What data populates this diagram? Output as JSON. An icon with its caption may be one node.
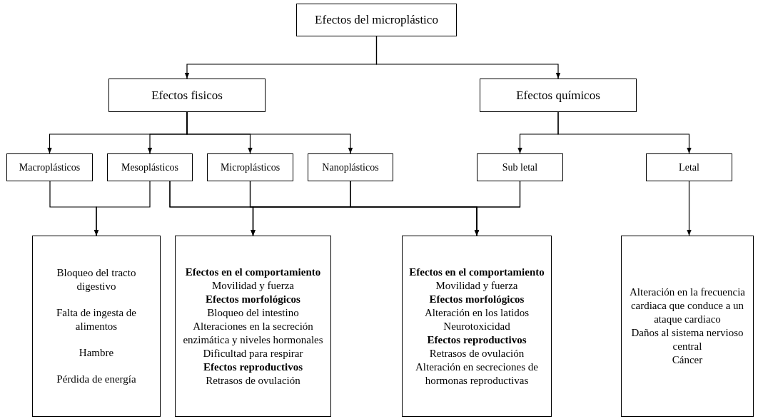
{
  "diagram": {
    "nodes": [
      {
        "text": [
          "Efectos del microplástico"
        ]
      },
      {
        "text": [
          "Efectos fisicos"
        ]
      },
      {
        "text": [
          "Efectos químicos"
        ]
      },
      {
        "text": [
          "Macroplásticos"
        ]
      },
      {
        "text": [
          "Mesoplásticos"
        ]
      },
      {
        "text": [
          "Microplásticos"
        ]
      },
      {
        "text": [
          "Nanoplásticos"
        ]
      },
      {
        "text": [
          "Sub letal"
        ]
      },
      {
        "text": [
          "Letal"
        ]
      },
      {
        "text": [
          "Bloqueo del tracto digestivo",
          "Falta de ingesta de alimentos",
          "Hambre",
          "Pérdida de energía"
        ]
      },
      {
        "text": [
          "**Efectos en el comportamiento**",
          "Movilidad y fuerza",
          "**Efectos morfológicos**",
          "Bloqueo del intestino",
          "Alteraciones en la secreción enzimática y niveles hormonales",
          "Dificultad para respirar",
          "**Efectos reproductivos**",
          "Retrasos de ovulación"
        ]
      },
      {
        "text": [
          "**Efectos en el comportamiento**",
          "Movilidad y fuerza",
          "**Efectos morfológicos**",
          "Alteración en los latidos",
          "Neurotoxicidad",
          "**Efectos reproductivos**",
          "Retrasos de ovulación",
          "Alteración en secreciones de hormonas reproductivas"
        ]
      },
      {
        "text": [
          "Alteración en la frecuencia cardiaca que conduce a un ataque cardiaco",
          "Daños al sistema nervioso central",
          "Cáncer"
        ]
      }
    ],
    "edges": [
      {
        "from": 0,
        "to": 1,
        "arrow": "to"
      },
      {
        "from": 0,
        "to": 2,
        "arrow": "to"
      },
      {
        "from": 1,
        "to": 3,
        "arrow": "to"
      },
      {
        "from": 1,
        "to": 4,
        "arrow": "to"
      },
      {
        "from": 1,
        "to": 5,
        "arrow": "to"
      },
      {
        "from": 1,
        "to": 6,
        "arrow": "to"
      },
      {
        "from": 2,
        "to": 7,
        "arrow": "to"
      },
      {
        "from": 2,
        "to": 8,
        "arrow": "to"
      },
      {
        "from": 3,
        "to": 9,
        "arrow": "to"
      },
      {
        "from": 4,
        "to": 9,
        "arrow": "to"
      },
      {
        "from": 4,
        "to": 10,
        "arrow": "to"
      },
      {
        "from": 4,
        "to": 11,
        "arrow": "to"
      },
      {
        "from": 5,
        "to": 10,
        "arrow": "to"
      },
      {
        "from": 5,
        "to": 11,
        "arrow": "to"
      },
      {
        "from": 6,
        "to": 10,
        "arrow": "to"
      },
      {
        "from": 6,
        "to": 11,
        "arrow": "to"
      },
      {
        "from": 7,
        "to": 10,
        "arrow": "to"
      },
      {
        "from": 7,
        "to": 11,
        "arrow": "to"
      },
      {
        "from": 8,
        "to": 12,
        "arrow": "to"
      }
    ]
  }
}
